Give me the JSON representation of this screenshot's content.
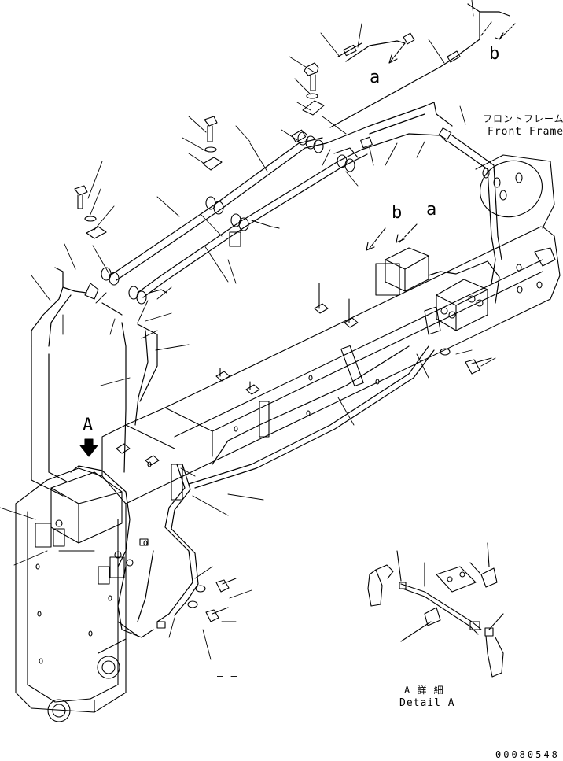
{
  "labels": {
    "callout_a_top": "a",
    "callout_b_top": "b",
    "callout_b_mid": "b",
    "callout_a_mid": "a",
    "view_arrow": "A",
    "front_frame_jp": "フロントフレーム",
    "front_frame_en": "Front Frame",
    "detail_jp": "A 詳 細",
    "detail_en": "Detail A",
    "dash_mark": "– –",
    "drawing_number": "00080548"
  },
  "colors": {
    "line": "#000000",
    "background": "#ffffff"
  }
}
